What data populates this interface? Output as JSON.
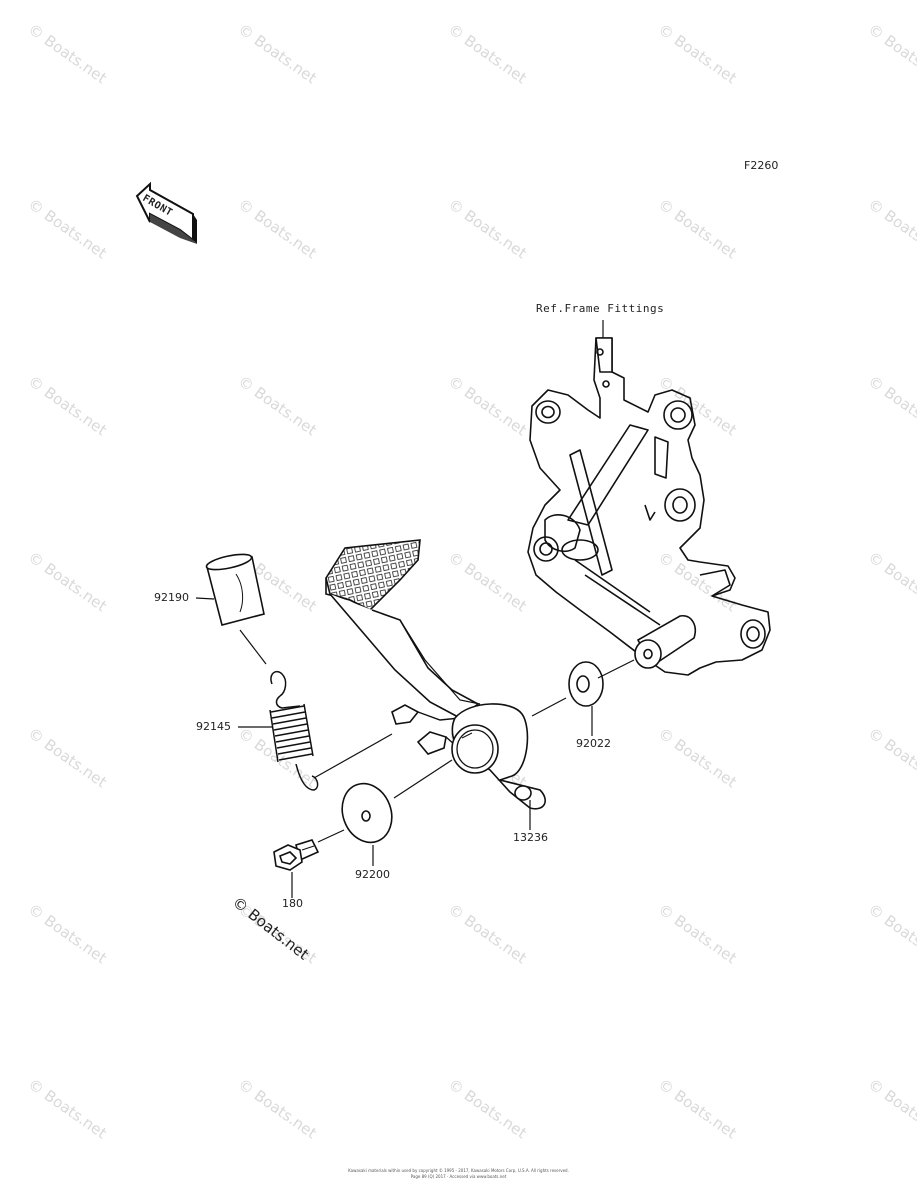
{
  "diagram": {
    "figure_code": "F2260",
    "front_label": "FRONT",
    "ref_label": "Ref.Frame Fittings",
    "callouts": {
      "bushing": "92190",
      "spring": "92145",
      "washer_small": "92022",
      "pedal": "13236",
      "washer_large": "92200",
      "bolt": "180"
    },
    "copyright_mark": "© Boats.net",
    "watermark": "© Boats.net",
    "footer_line1": "Kawasaki materials within used by copyright © 1995 - 2017, Kawasaki Motors Corp, U.S.A. All rights reserved.",
    "footer_line2": "Page 89 (Q) 2017 · Accessed via www.boats.net"
  }
}
